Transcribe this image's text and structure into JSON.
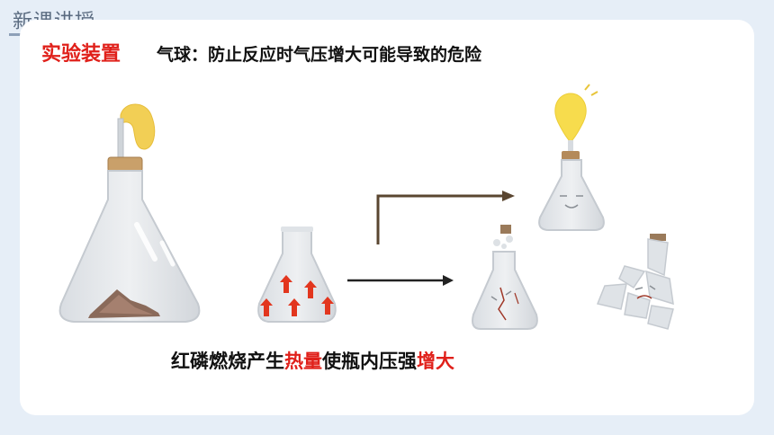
{
  "header": {
    "tab_label": "新课讲授"
  },
  "slide": {
    "section_title": "实验装置",
    "subtitle": "气球：防止反应时气压增大可能导致的危险",
    "conclusion": {
      "part1": "红磷燃烧产生",
      "part2": "热量",
      "part3": "使瓶内压强",
      "part4": "增大"
    }
  },
  "colors": {
    "highlight": "#e0201a",
    "arrow_dark": "#5a4630",
    "balloon": "#f5d64a",
    "stopper": "#b48a5a"
  }
}
